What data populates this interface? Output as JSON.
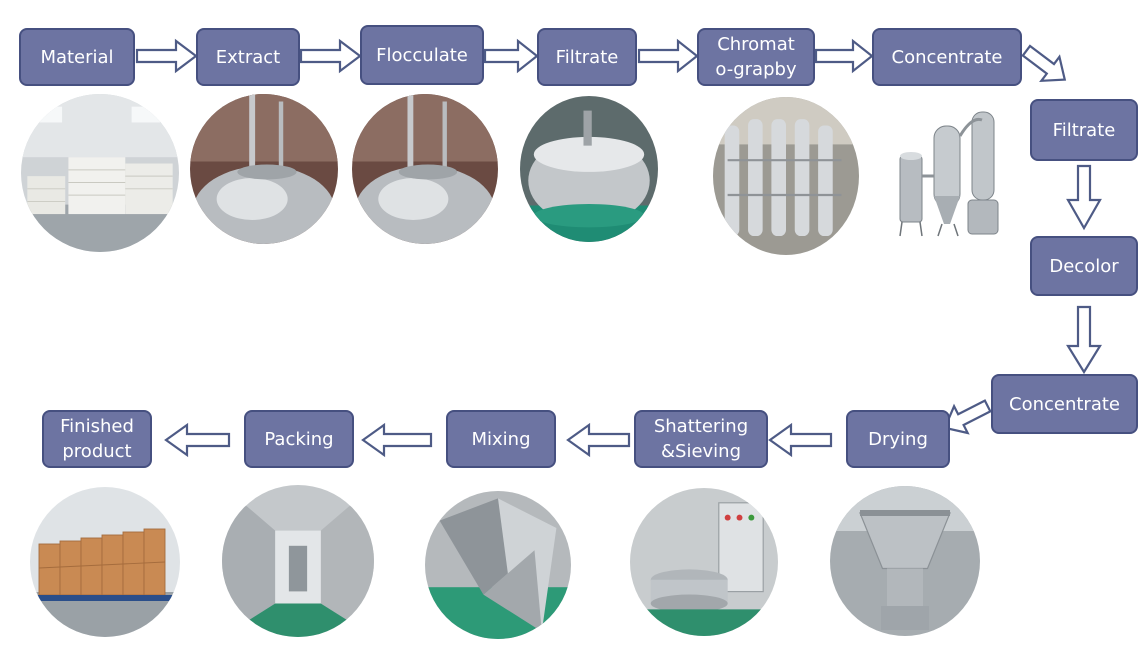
{
  "steps": {
    "material": "Material",
    "extract": "Extract",
    "flocculate": "Flocculate",
    "filtrate_1": "Filtrate",
    "chromatography_line1": "Chromat",
    "chromatography_line2": "o-grapby",
    "concentrate_1": "Concentrate",
    "filtrate_2": "Filtrate",
    "decolor": "Decolor",
    "concentrate_2": "Concentrate",
    "drying": "Drying",
    "shattering_line1": "Shattering",
    "shattering_line2": "&Sieving",
    "mixing": "Mixing",
    "packing": "Packing",
    "finished_line1": "Finished",
    "finished_line2": "product"
  },
  "colors": {
    "box_fill": "#6d74a2",
    "box_border": "#465080",
    "arrow_outline": "#4e5b86"
  },
  "icons": {
    "arrow": "hollow-block-arrow"
  }
}
